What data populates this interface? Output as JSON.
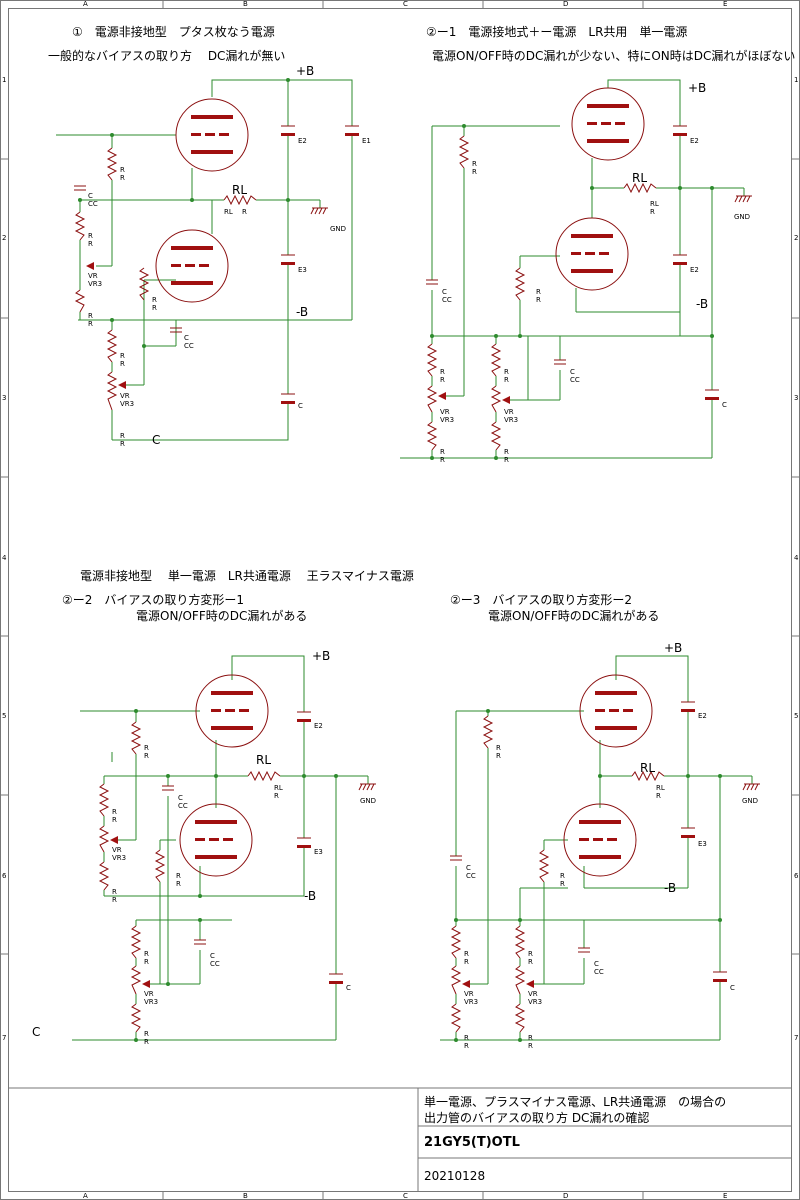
{
  "frame": {
    "col_labels": [
      "A",
      "B",
      "C",
      "D",
      "E"
    ],
    "row_labels": [
      "1",
      "2",
      "3",
      "4",
      "5",
      "6",
      "7"
    ]
  },
  "sections": {
    "s1": {
      "title": "①　電源非接地型　プタス枚なう電源",
      "subtitle": "一般的なバイアスの取り方　 DC漏れが無い"
    },
    "s2": {
      "title": "②ー1　電源接地式＋ー電源　LR共用　単一電源",
      "subtitle": "電源ON/OFF時のDC漏れが少ない、特にON時はDC漏れがほぼない"
    },
    "s3": {
      "title": "電源非接地型　 単一電源　LR共通電源　 王ラスマイナス電源",
      "subtitle": "②ー2　バイアスの取り方変形ー1",
      "note": "電源ON/OFF時のDC漏れがある"
    },
    "s4": {
      "title": "②ー3　バイアスの取り方変形ー2",
      "note": "電源ON/OFF時のDC漏れがある"
    }
  },
  "labels": {
    "plus_b": "+B",
    "minus_b": "-B",
    "rl": "RL",
    "r": "R",
    "c": "C",
    "cc": "CC",
    "vr": "VR",
    "vr3": "VR3",
    "e1": "E1",
    "e2": "E2",
    "e3": "E3",
    "gnd": "GND"
  },
  "title_block": {
    "desc_line1": "単一電源、プラスマイナス電源、LR共通電源　の場合の",
    "desc_line2": "出力管のバイアスの取り方 DC漏れの確認",
    "name": "21GY5(T)OTL",
    "date": "20210128"
  }
}
